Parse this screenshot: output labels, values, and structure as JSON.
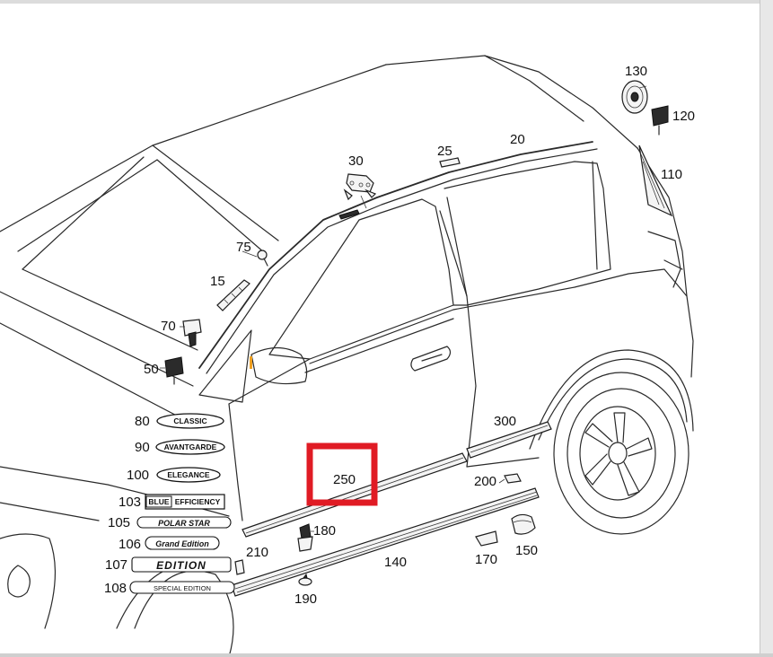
{
  "highlight": {
    "label": "250",
    "color": "#e01b24"
  },
  "callouts": [
    {
      "id": "130",
      "label": "130"
    },
    {
      "id": "120",
      "label": "120"
    },
    {
      "id": "110",
      "label": "110"
    },
    {
      "id": "20",
      "label": "20"
    },
    {
      "id": "25",
      "label": "25"
    },
    {
      "id": "30",
      "label": "30"
    },
    {
      "id": "75",
      "label": "75"
    },
    {
      "id": "15",
      "label": "15"
    },
    {
      "id": "70",
      "label": "70"
    },
    {
      "id": "50",
      "label": "50"
    },
    {
      "id": "300",
      "label": "300"
    },
    {
      "id": "200",
      "label": "200"
    },
    {
      "id": "180",
      "label": "180"
    },
    {
      "id": "210",
      "label": "210"
    },
    {
      "id": "140",
      "label": "140"
    },
    {
      "id": "170",
      "label": "170"
    },
    {
      "id": "150",
      "label": "150"
    },
    {
      "id": "190",
      "label": "190"
    }
  ],
  "badges": [
    {
      "number": "80",
      "text": "CLASSIC"
    },
    {
      "number": "90",
      "text": "AVANTGARDE"
    },
    {
      "number": "100",
      "text": "ELEGANCE"
    },
    {
      "number": "103",
      "text_left": "BLUE",
      "text_right": "EFFICIENCY"
    },
    {
      "number": "105",
      "text": "POLAR STAR"
    },
    {
      "number": "106",
      "text": "Grand Edition"
    },
    {
      "number": "107",
      "text": "EDITION"
    },
    {
      "number": "108",
      "text": "SPECIAL EDITION"
    }
  ]
}
